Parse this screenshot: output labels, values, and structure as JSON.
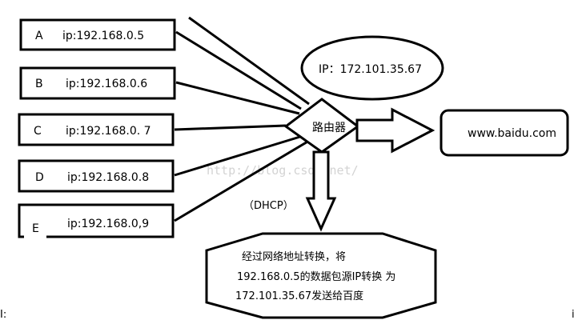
{
  "hosts": [
    {
      "letter": "A",
      "ip": "ip:192.168.0.5"
    },
    {
      "letter": "B",
      "ip": "ip:192.168.0.6"
    },
    {
      "letter": "C",
      "ip": "ip:192.168.0. 7"
    },
    {
      "letter": "D",
      "ip": "ip:192.168.0.8"
    },
    {
      "letter": "E",
      "ip": "ip:192.168.0,9"
    }
  ],
  "router": {
    "label": "路由器",
    "public_ip": "IP：172.101.35.67"
  },
  "destination": {
    "label": "www.baidu.com"
  },
  "dhcp": {
    "label": "（DHCP）"
  },
  "note": {
    "line1": "经过网络地址转换，将",
    "line2": "192.168.0.5的数据包源IP转换 为",
    "line3": "172.101.35.67发送给百度"
  },
  "watermark": {
    "text": "http://blog.csdn.net/"
  },
  "edge": {
    "left_fragment": "I:",
    "right_fragment": "i"
  },
  "colors": {
    "line": "#000000",
    "watermark": "#d3d3d3",
    "background": "#ffffff"
  }
}
